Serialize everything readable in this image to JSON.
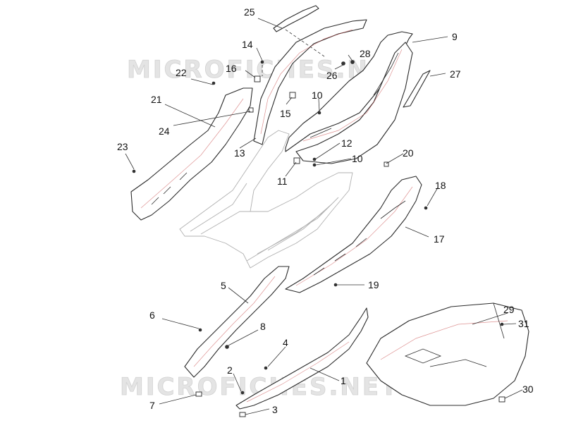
{
  "watermark": {
    "text_top": "MICROFICHES.NET",
    "text_bottom": "MICROFICHES.NET"
  },
  "callouts": {
    "c1": "1",
    "c2": "2",
    "c3": "3",
    "c4": "4",
    "c5": "5",
    "c6": "6",
    "c7": "7",
    "c8": "8",
    "c9": "9",
    "c10a": "10",
    "c10b": "10",
    "c11": "11",
    "c12": "12",
    "c13": "13",
    "c14": "14",
    "c15": "15",
    "c16": "16",
    "c17": "17",
    "c18": "18",
    "c19": "19",
    "c20": "20",
    "c21": "21",
    "c22": "22",
    "c23": "23",
    "c24": "24",
    "c25": "25",
    "c26": "26",
    "c27": "27",
    "c28": "28",
    "c29": "29",
    "c30": "30",
    "c31": "31"
  },
  "colors": {
    "line": "#2b2b2b",
    "shade": "#c23a3a",
    "ghost": "#b0b0b0",
    "watermark": "#e4e4e4"
  }
}
